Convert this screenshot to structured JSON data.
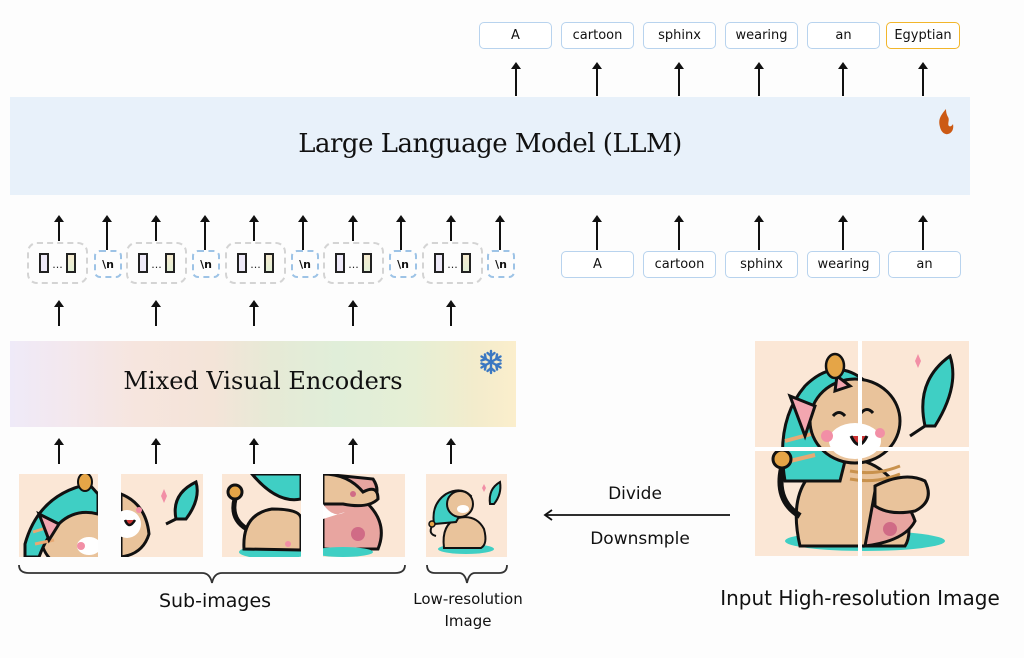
{
  "output_tokens": [
    {
      "text": "A",
      "highlight": false
    },
    {
      "text": "cartoon",
      "highlight": false
    },
    {
      "text": "sphinx",
      "highlight": false
    },
    {
      "text": "wearing",
      "highlight": false
    },
    {
      "text": "an",
      "highlight": false
    },
    {
      "text": "Egyptian",
      "highlight": true
    }
  ],
  "llm": {
    "title": "Large Language Model (LLM)",
    "status_icon": "fire-icon",
    "status": "trainable"
  },
  "visual_tokens": {
    "groups": 5,
    "newline_token": "\\n",
    "ellipsis": "..."
  },
  "input_text_tokens": [
    "A",
    "cartoon",
    "sphinx",
    "wearing",
    "an"
  ],
  "encoder": {
    "title": "Mixed Visual Encoders",
    "status_icon": "snowflake-icon",
    "status": "frozen"
  },
  "labels": {
    "sub_images": "Sub-images",
    "low_res_line1": "Low-resolution",
    "low_res_line2": "Image",
    "divide": "Divide",
    "downsample": "Downsmple",
    "input_image": "Input High-resolution Image"
  },
  "colors": {
    "llm_bg": "#e8f1fa",
    "token_border": "#b8d3ee",
    "highlight_border": "#f2b62b",
    "fire": "#cc5a14",
    "snowflake": "#3b78c2"
  }
}
